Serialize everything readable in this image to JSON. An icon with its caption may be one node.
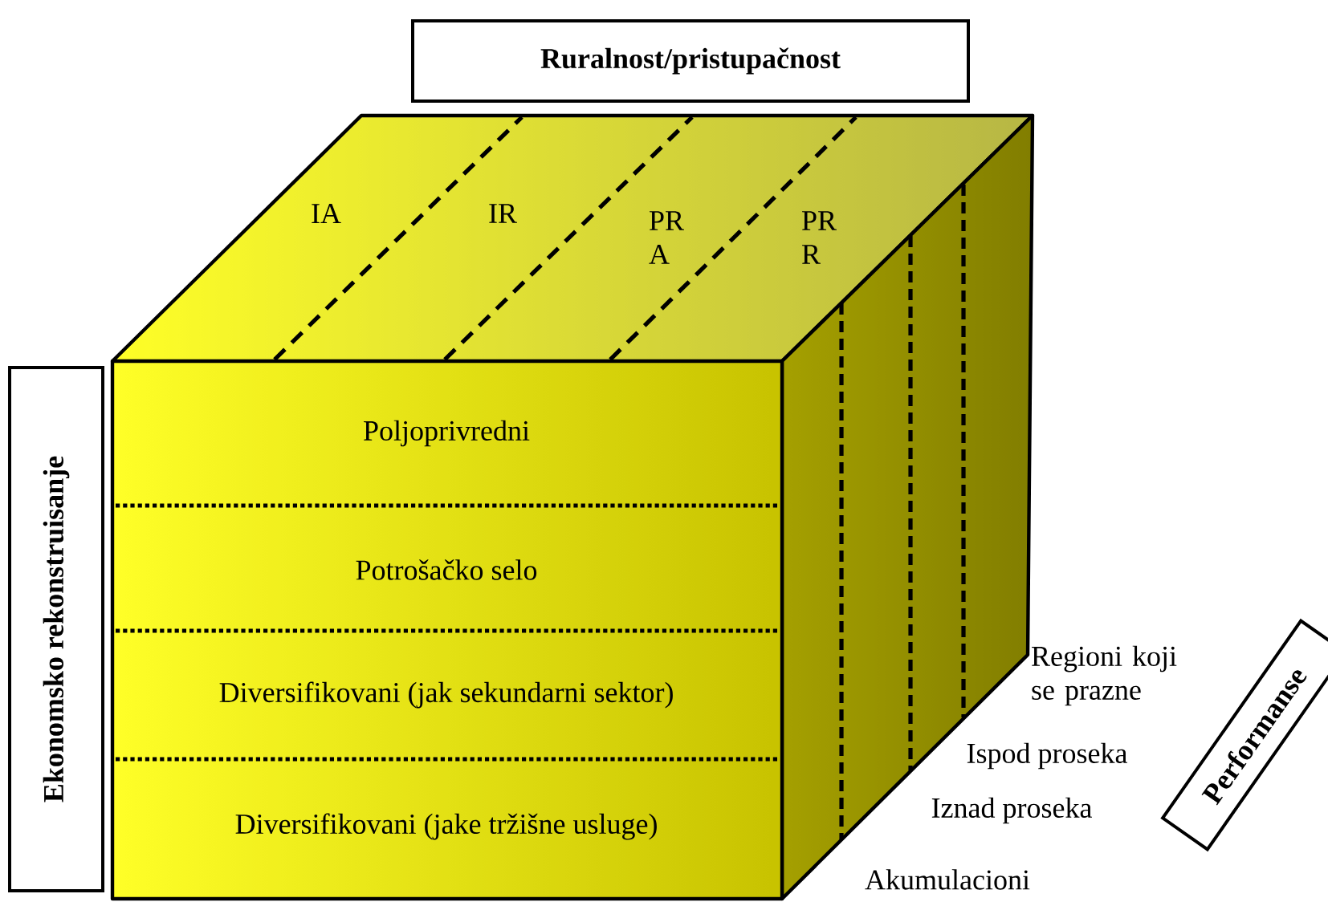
{
  "diagram": {
    "nodes": [
      {
        "text": [
          "Ruralnost/pristupačnost"
        ]
      },
      {
        "text": [
          "Ekonomsko rekonstruisanje"
        ]
      },
      {
        "text": [
          "Poljoprivredni"
        ]
      },
      {
        "text": [
          "Potrošačko selo"
        ]
      },
      {
        "text": [
          "Diversifikovani (jak sekundarni sektor)"
        ]
      },
      {
        "text": [
          "Diversifikovani (jake tržišne usluge)"
        ]
      },
      {
        "text": [
          "Performanse"
        ]
      }
    ],
    "labels": [
      "IA",
      "IR",
      "PR A",
      "PR R",
      "Regioni koji se prazne",
      "Ispod proseka",
      "Iznad proseka",
      "Akumulacioni"
    ]
  }
}
